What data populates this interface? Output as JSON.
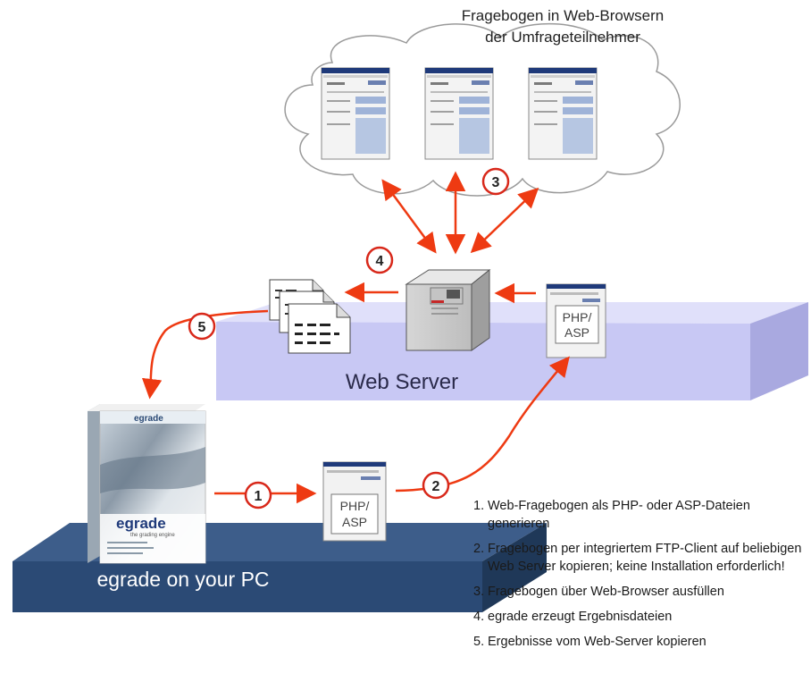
{
  "cloud": {
    "title_line1": "Fragebogen in Web-Browsern",
    "title_line2": "der Umfrageteilnehmer"
  },
  "web_server": {
    "label": "Web Server"
  },
  "pc": {
    "label": "egrade on your PC"
  },
  "file_php_asp": {
    "line1": "PHP/",
    "line2": "ASP"
  },
  "product_box": {
    "logo": "egrade",
    "title": "egrade",
    "tagline": "the grading engine"
  },
  "badges": [
    "1",
    "2",
    "3",
    "4",
    "5"
  ],
  "steps": [
    {
      "num": "1.",
      "text": "Web-Fragebogen als PHP- oder ASP-Dateien generieren"
    },
    {
      "num": "2.",
      "text": "Fragebogen per integriertem FTP-Client auf beliebigen Web Server kopieren; keine Installation erforderlich!"
    },
    {
      "num": "3.",
      "text": "Fragebogen über Web-Browser ausfüllen"
    },
    {
      "num": "4.",
      "text": "egrade erzeugt Ergebnisdateien"
    },
    {
      "num": "5.",
      "text": "Ergebnisse vom Web-Server kopieren"
    }
  ],
  "colors": {
    "arrow": "#ee3a12",
    "web_platform": "#c8c8f4",
    "pc_platform": "#2b4a75",
    "badge_border": "#d8281a"
  }
}
